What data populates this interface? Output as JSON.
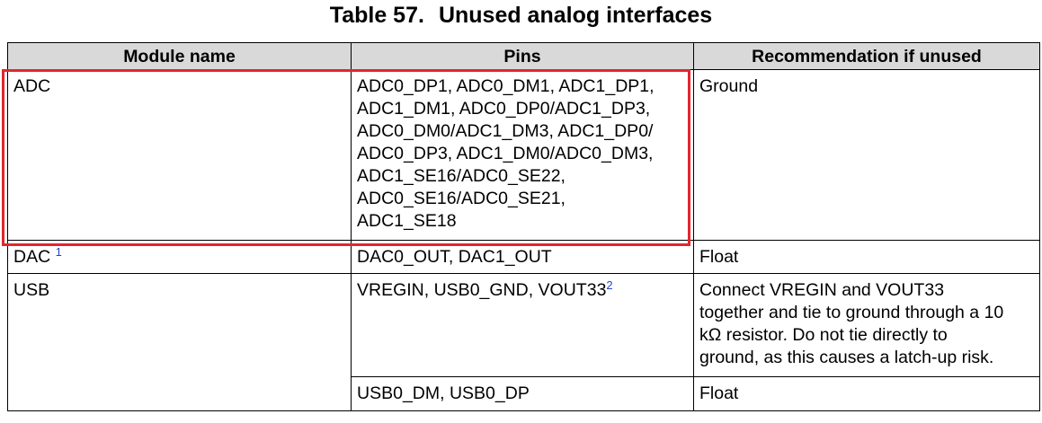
{
  "caption": {
    "number": "Table 57.",
    "title": "Unused analog interfaces"
  },
  "columns": [
    "Module name",
    "Pins",
    "Recommendation if unused"
  ],
  "rows": {
    "adc": {
      "module": "ADC",
      "pins": [
        "ADC0_DP1, ADC0_DM1, ADC1_DP1,",
        "ADC1_DM1, ADC0_DP0/ADC1_DP3,",
        "ADC0_DM0/ADC1_DM3, ADC1_DP0/",
        "ADC0_DP3, ADC1_DM0/ADC0_DM3,",
        "ADC1_SE16/ADC0_SE22,",
        "ADC0_SE16/ADC0_SE21,",
        "ADC1_SE18"
      ],
      "recommendation": "Ground"
    },
    "dac": {
      "module": "DAC",
      "footnote": "1",
      "pins": "DAC0_OUT, DAC1_OUT",
      "recommendation": "Float"
    },
    "usb": {
      "module": "USB",
      "pins": "VREGIN, USB0_GND, VOUT33",
      "pins_footnote": "2",
      "recommendation": [
        "Connect VREGIN and VOUT33",
        "together and tie to ground through a 10",
        "kΩ resistor. Do not tie directly to",
        "ground, as this causes a latch-up risk."
      ],
      "sub_pins": "USB0_DM, USB0_DP",
      "sub_recommendation": "Float"
    }
  },
  "colors": {
    "header_bg": "#d9d9d9",
    "highlight": "#e3262e",
    "footnote": "#2244cc"
  }
}
